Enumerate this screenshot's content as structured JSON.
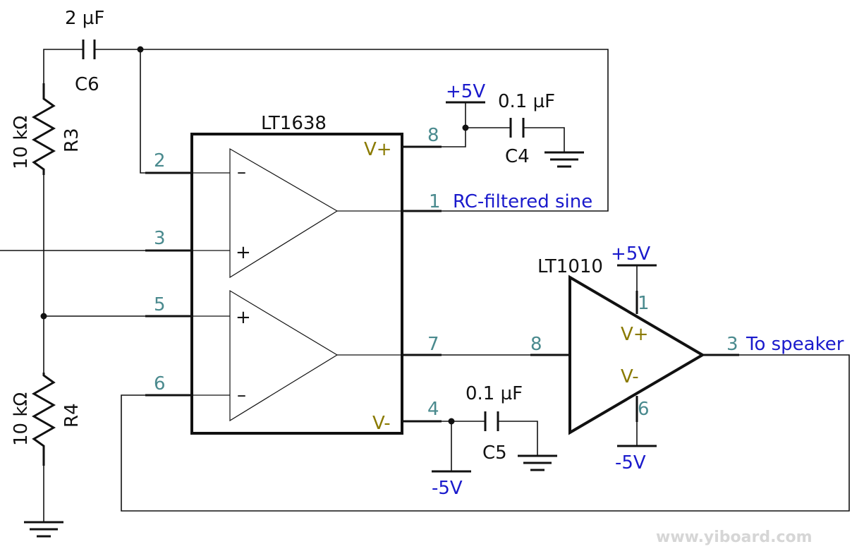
{
  "components": {
    "c6": {
      "value": "2 µF",
      "ref": "C6"
    },
    "c4": {
      "value": "0.1 µF",
      "ref": "C4"
    },
    "c5": {
      "value": "0.1 µF",
      "ref": "C5"
    },
    "r3": {
      "value": "10 kΩ",
      "ref": "R3"
    },
    "r4": {
      "value": "10 kΩ",
      "ref": "R4"
    }
  },
  "ics": {
    "lt1638": {
      "name": "LT1638",
      "vplus": "V+",
      "vminus": "V-",
      "pins": {
        "p2": "2",
        "p3": "3",
        "p5": "5",
        "p6": "6",
        "p8": "8",
        "p1": "1",
        "p7": "7",
        "p4": "4"
      },
      "plus_sign": "+",
      "minus_sign": "–"
    },
    "lt1010": {
      "name": "LT1010",
      "vplus": "V+",
      "vminus": "V-",
      "pins": {
        "p8": "8",
        "p1": "1",
        "p3": "3",
        "p6": "6"
      }
    }
  },
  "nets": {
    "pos5_a": "+5V",
    "pos5_b": "+5V",
    "neg5_a": "-5V",
    "neg5_b": "-5V",
    "rc_filtered": "RC-filtered sine",
    "to_speaker": "To speaker"
  },
  "watermark": "www.yiboard.com",
  "colors": {
    "wire": "#111111",
    "pin_number": "#4a8a8e",
    "net_label": "#1a1acc",
    "power_pin_label": "#8a7a00"
  }
}
